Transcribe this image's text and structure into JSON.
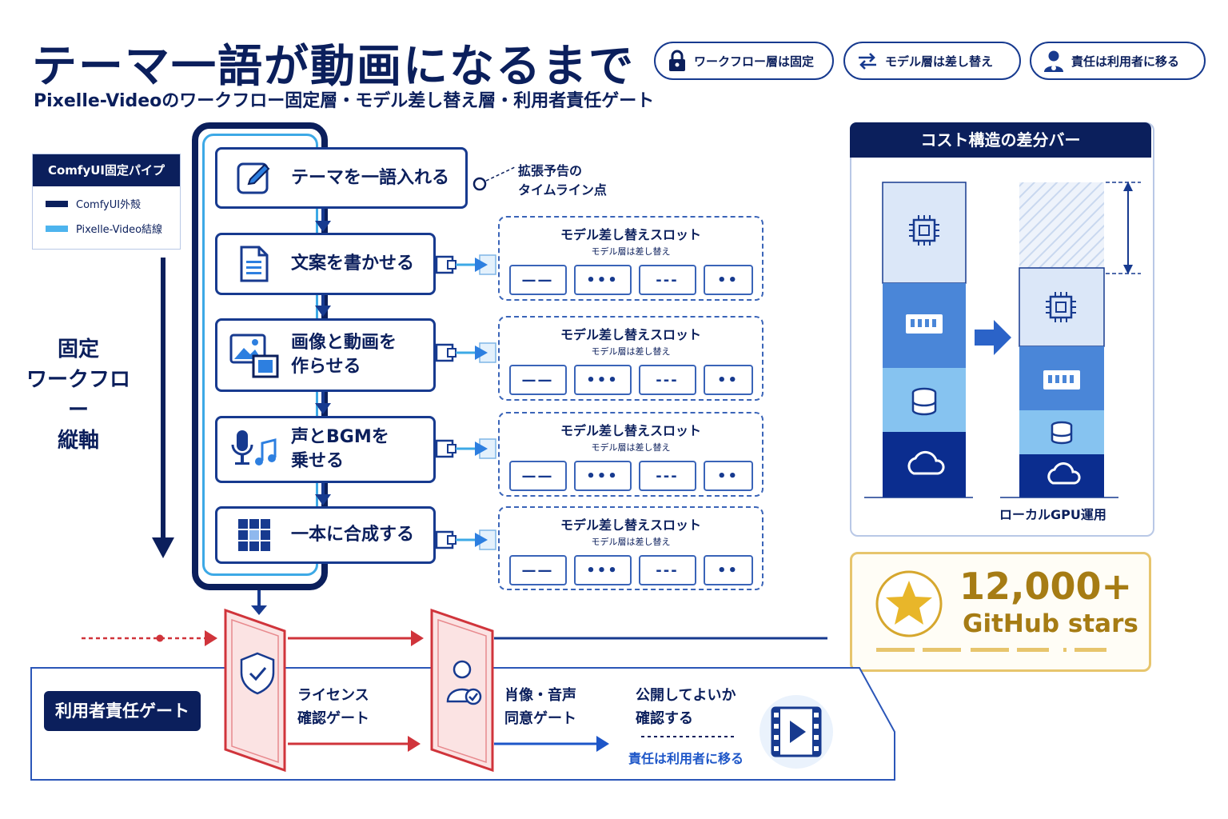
{
  "header": {
    "title": "テーマ一語が動画になるまで",
    "subtitle": "Pixelle-Videoのワークフロー固定層・モデル差し替え層・利用者責任ゲート",
    "pills": [
      {
        "label": "ワークフロー層は固定",
        "icon": "lock-icon"
      },
      {
        "label": "モデル層は差し替え",
        "icon": "swap-arrows-icon"
      },
      {
        "label": "責任は利用者に移る",
        "icon": "person-icon"
      }
    ]
  },
  "legend": {
    "title": "ComfyUI固定パイプ",
    "items": [
      {
        "label": "ComfyUI外殻",
        "color": "#0b1f5c"
      },
      {
        "label": "Pixelle-Video結線",
        "color": "#4db4ee"
      }
    ]
  },
  "axis": {
    "lines": [
      "固定",
      "ワークフロー",
      "縦軸"
    ]
  },
  "steps": [
    {
      "line1": "テーマを一語入れる",
      "line2": "",
      "icon": "pencil-icon"
    },
    {
      "line1": "文案を書かせる",
      "line2": "",
      "icon": "document-icon"
    },
    {
      "line1": "画像と動画を",
      "line2": "作らせる",
      "icon": "image-film-icon"
    },
    {
      "line1": "声とBGMを",
      "line2": "乗せる",
      "icon": "mic-music-icon"
    },
    {
      "line1": "一本に合成する",
      "line2": "",
      "icon": "grid-icon"
    }
  ],
  "timeline_note": {
    "line1": "拡張予告の",
    "line2": "タイムライン点"
  },
  "slot": {
    "title": "モデル差し替えスロット",
    "subtitle": "モデル層は差し替え",
    "chips": [
      "——",
      "•••",
      "---",
      "••"
    ]
  },
  "cost": {
    "title": "コスト構造の差分バー",
    "after_label": "ローカルGPU運用",
    "segment_icons": [
      "chip-icon",
      "memory-icon",
      "database-icon",
      "cloud-icon"
    ],
    "colors": [
      "#dbe7f8",
      "#4a86d8",
      "#86c3f0",
      "#0b2d8f"
    ]
  },
  "stars": {
    "count": "12,000+",
    "label": "GitHub stars"
  },
  "gate": {
    "title": "利用者責任ゲート",
    "license": {
      "line1": "ライセンス",
      "line2": "確認ゲート"
    },
    "consent": {
      "line1": "肖像・音声",
      "line2": "同意ゲート"
    },
    "publish": {
      "line1": "公開してよいか",
      "line2": "確認する"
    },
    "transfer": "責任は利用者に移る"
  }
}
